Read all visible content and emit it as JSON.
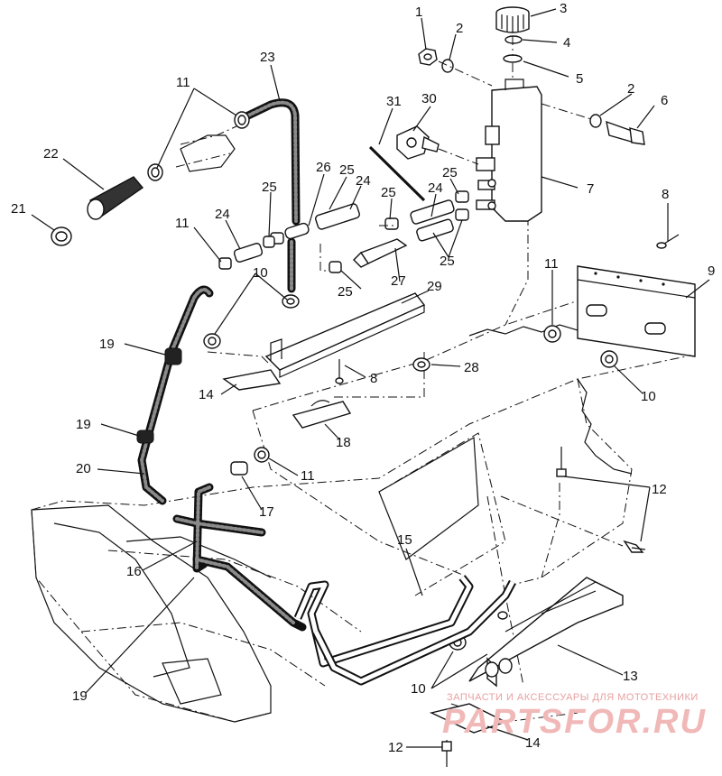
{
  "callouts": [
    {
      "id": "c1",
      "text": "1"
    },
    {
      "id": "c2a",
      "text": "2"
    },
    {
      "id": "c3",
      "text": "3"
    },
    {
      "id": "c4",
      "text": "4"
    },
    {
      "id": "c5",
      "text": "5"
    },
    {
      "id": "c2b",
      "text": "2"
    },
    {
      "id": "c6",
      "text": "6"
    },
    {
      "id": "c7",
      "text": "7"
    },
    {
      "id": "c8a",
      "text": "8"
    },
    {
      "id": "c9",
      "text": "9"
    },
    {
      "id": "c11a",
      "text": "11"
    },
    {
      "id": "c23",
      "text": "23"
    },
    {
      "id": "c22",
      "text": "22"
    },
    {
      "id": "c21",
      "text": "21"
    },
    {
      "id": "c31",
      "text": "31"
    },
    {
      "id": "c30",
      "text": "30"
    },
    {
      "id": "c26",
      "text": "26"
    },
    {
      "id": "c25a",
      "text": "25"
    },
    {
      "id": "c24a",
      "text": "24"
    },
    {
      "id": "c25b",
      "text": "25"
    },
    {
      "id": "c25c",
      "text": "25"
    },
    {
      "id": "c24b",
      "text": "24"
    },
    {
      "id": "c25d",
      "text": "25"
    },
    {
      "id": "c11b",
      "text": "11"
    },
    {
      "id": "c24c",
      "text": "24"
    },
    {
      "id": "c25e",
      "text": "25"
    },
    {
      "id": "c27",
      "text": "27"
    },
    {
      "id": "c25f",
      "text": "25"
    },
    {
      "id": "c10a",
      "text": "10"
    },
    {
      "id": "c29",
      "text": "29"
    },
    {
      "id": "c11c",
      "text": "11"
    },
    {
      "id": "c19a",
      "text": "19"
    },
    {
      "id": "c8b",
      "text": "8"
    },
    {
      "id": "c28",
      "text": "28"
    },
    {
      "id": "c14a",
      "text": "14"
    },
    {
      "id": "c10b",
      "text": "10"
    },
    {
      "id": "c18",
      "text": "18"
    },
    {
      "id": "c19b",
      "text": "19"
    },
    {
      "id": "c11d",
      "text": "11"
    },
    {
      "id": "c20",
      "text": "20"
    },
    {
      "id": "c17",
      "text": "17"
    },
    {
      "id": "c12a",
      "text": "12"
    },
    {
      "id": "c16",
      "text": "16"
    },
    {
      "id": "c15",
      "text": "15"
    },
    {
      "id": "c13",
      "text": "13"
    },
    {
      "id": "c19c",
      "text": "19"
    },
    {
      "id": "c10c",
      "text": "10"
    },
    {
      "id": "c12b",
      "text": "12"
    },
    {
      "id": "c14b",
      "text": "14"
    }
  ],
  "watermark": {
    "caption": "ЗАПЧАСТИ И АКСЕССУАРЫ ДЛЯ МОТОТЕХНИКИ",
    "brand": "PARTSFOR.RU"
  },
  "colors": {
    "ink": "#111111",
    "watermark": "#f1b8b8",
    "background": "#ffffff"
  }
}
